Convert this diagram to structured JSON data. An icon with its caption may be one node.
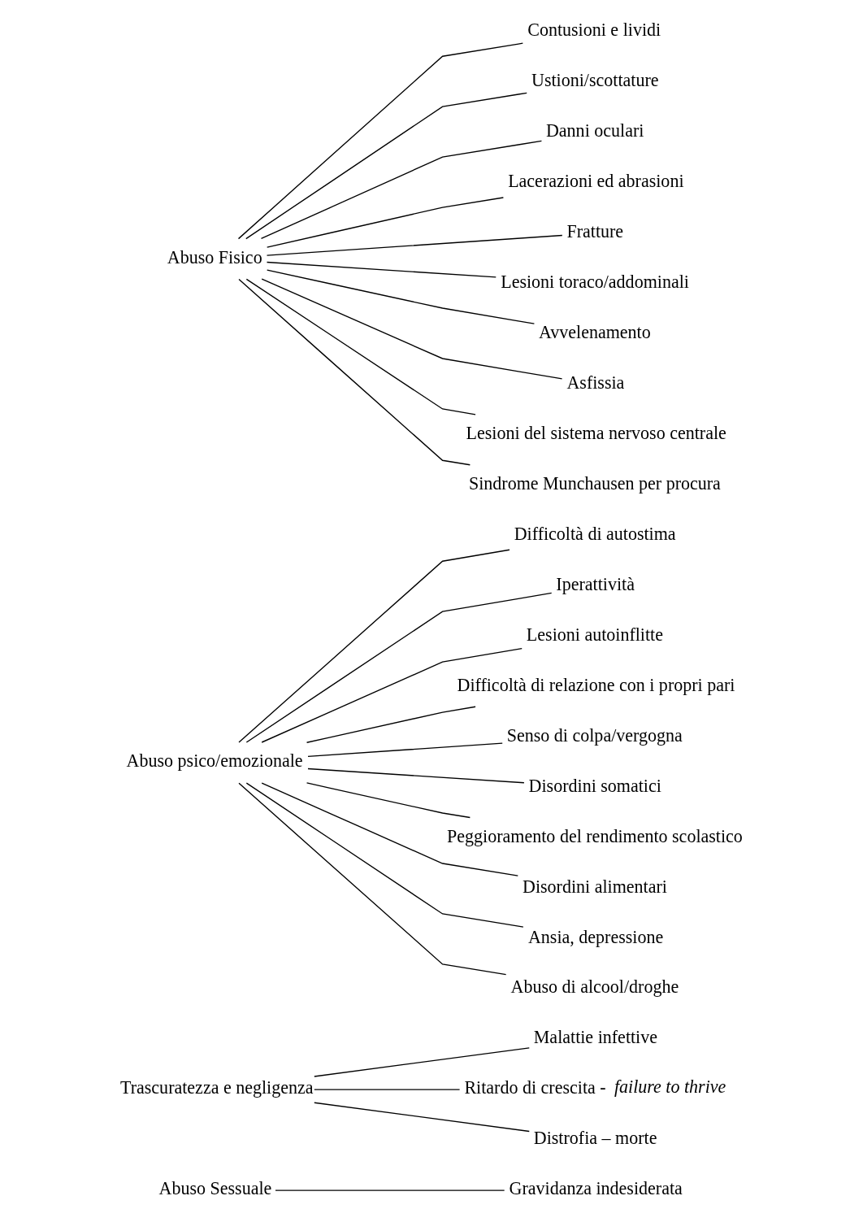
{
  "diagram": {
    "nodes": [
      {
        "text": [
          "Abuso Fisico"
        ]
      },
      {
        "text": [
          "Contusioni e lividi"
        ]
      },
      {
        "text": [
          "Ustioni/scottature"
        ]
      },
      {
        "text": [
          "Danni oculari"
        ]
      },
      {
        "text": [
          "Lacerazioni ed abrasioni"
        ]
      },
      {
        "text": [
          "Fratture"
        ]
      },
      {
        "text": [
          "Lesioni toraco/addominali"
        ]
      },
      {
        "text": [
          "Avvelenamento"
        ]
      },
      {
        "text": [
          "Asfissia"
        ]
      },
      {
        "text": [
          "Lesioni del sistema nervoso centrale"
        ]
      },
      {
        "text": [
          "Sindrome Munchausen per procura"
        ]
      },
      {
        "text": [
          "Abuso psico/emozionale"
        ]
      },
      {
        "text": [
          "Difficoltà di autostima"
        ]
      },
      {
        "text": [
          "Iperattività"
        ]
      },
      {
        "text": [
          "Lesioni autoinflitte"
        ]
      },
      {
        "text": [
          "Difficoltà di relazione con i propri pari"
        ]
      },
      {
        "text": [
          "Senso di colpa/vergogna"
        ]
      },
      {
        "text": [
          "Disordini somatici"
        ]
      },
      {
        "text": [
          "Peggioramento del rendimento scolastico"
        ]
      },
      {
        "text": [
          "Disordini alimentari"
        ]
      },
      {
        "text": [
          "Ansia, depressione"
        ]
      },
      {
        "text": [
          "Abuso di alcool/droghe"
        ]
      },
      {
        "text": [
          "Trascuratezza e negligenza"
        ]
      },
      {
        "text": [
          "Malattie infettive"
        ]
      },
      {
        "text": [
          "Ritardo di crescita - *failure to thrive*"
        ]
      },
      {
        "text": [
          "Distrofia – morte"
        ]
      },
      {
        "text": [
          "Abuso Sessuale"
        ]
      },
      {
        "text": [
          "Gravidanza indesiderata"
        ]
      }
    ],
    "edges": [
      {
        "from": 0,
        "to": 1,
        "arrow": "none"
      },
      {
        "from": 0,
        "to": 2,
        "arrow": "none"
      },
      {
        "from": 0,
        "to": 3,
        "arrow": "none"
      },
      {
        "from": 0,
        "to": 4,
        "arrow": "none"
      },
      {
        "from": 0,
        "to": 5,
        "arrow": "none"
      },
      {
        "from": 0,
        "to": 6,
        "arrow": "none"
      },
      {
        "from": 0,
        "to": 7,
        "arrow": "none"
      },
      {
        "from": 0,
        "to": 8,
        "arrow": "none"
      },
      {
        "from": 0,
        "to": 9,
        "arrow": "none"
      },
      {
        "from": 0,
        "to": 10,
        "arrow": "none"
      },
      {
        "from": 11,
        "to": 12,
        "arrow": "none"
      },
      {
        "from": 11,
        "to": 13,
        "arrow": "none"
      },
      {
        "from": 11,
        "to": 14,
        "arrow": "none"
      },
      {
        "from": 11,
        "to": 15,
        "arrow": "none"
      },
      {
        "from": 11,
        "to": 16,
        "arrow": "none"
      },
      {
        "from": 11,
        "to": 17,
        "arrow": "none"
      },
      {
        "from": 11,
        "to": 18,
        "arrow": "none"
      },
      {
        "from": 11,
        "to": 19,
        "arrow": "none"
      },
      {
        "from": 11,
        "to": 20,
        "arrow": "none"
      },
      {
        "from": 11,
        "to": 21,
        "arrow": "none"
      },
      {
        "from": 22,
        "to": 23,
        "arrow": "none"
      },
      {
        "from": 22,
        "to": 24,
        "arrow": "none"
      },
      {
        "from": 22,
        "to": 25,
        "arrow": "none"
      },
      {
        "from": 26,
        "to": 27,
        "arrow": "none"
      }
    ]
  }
}
